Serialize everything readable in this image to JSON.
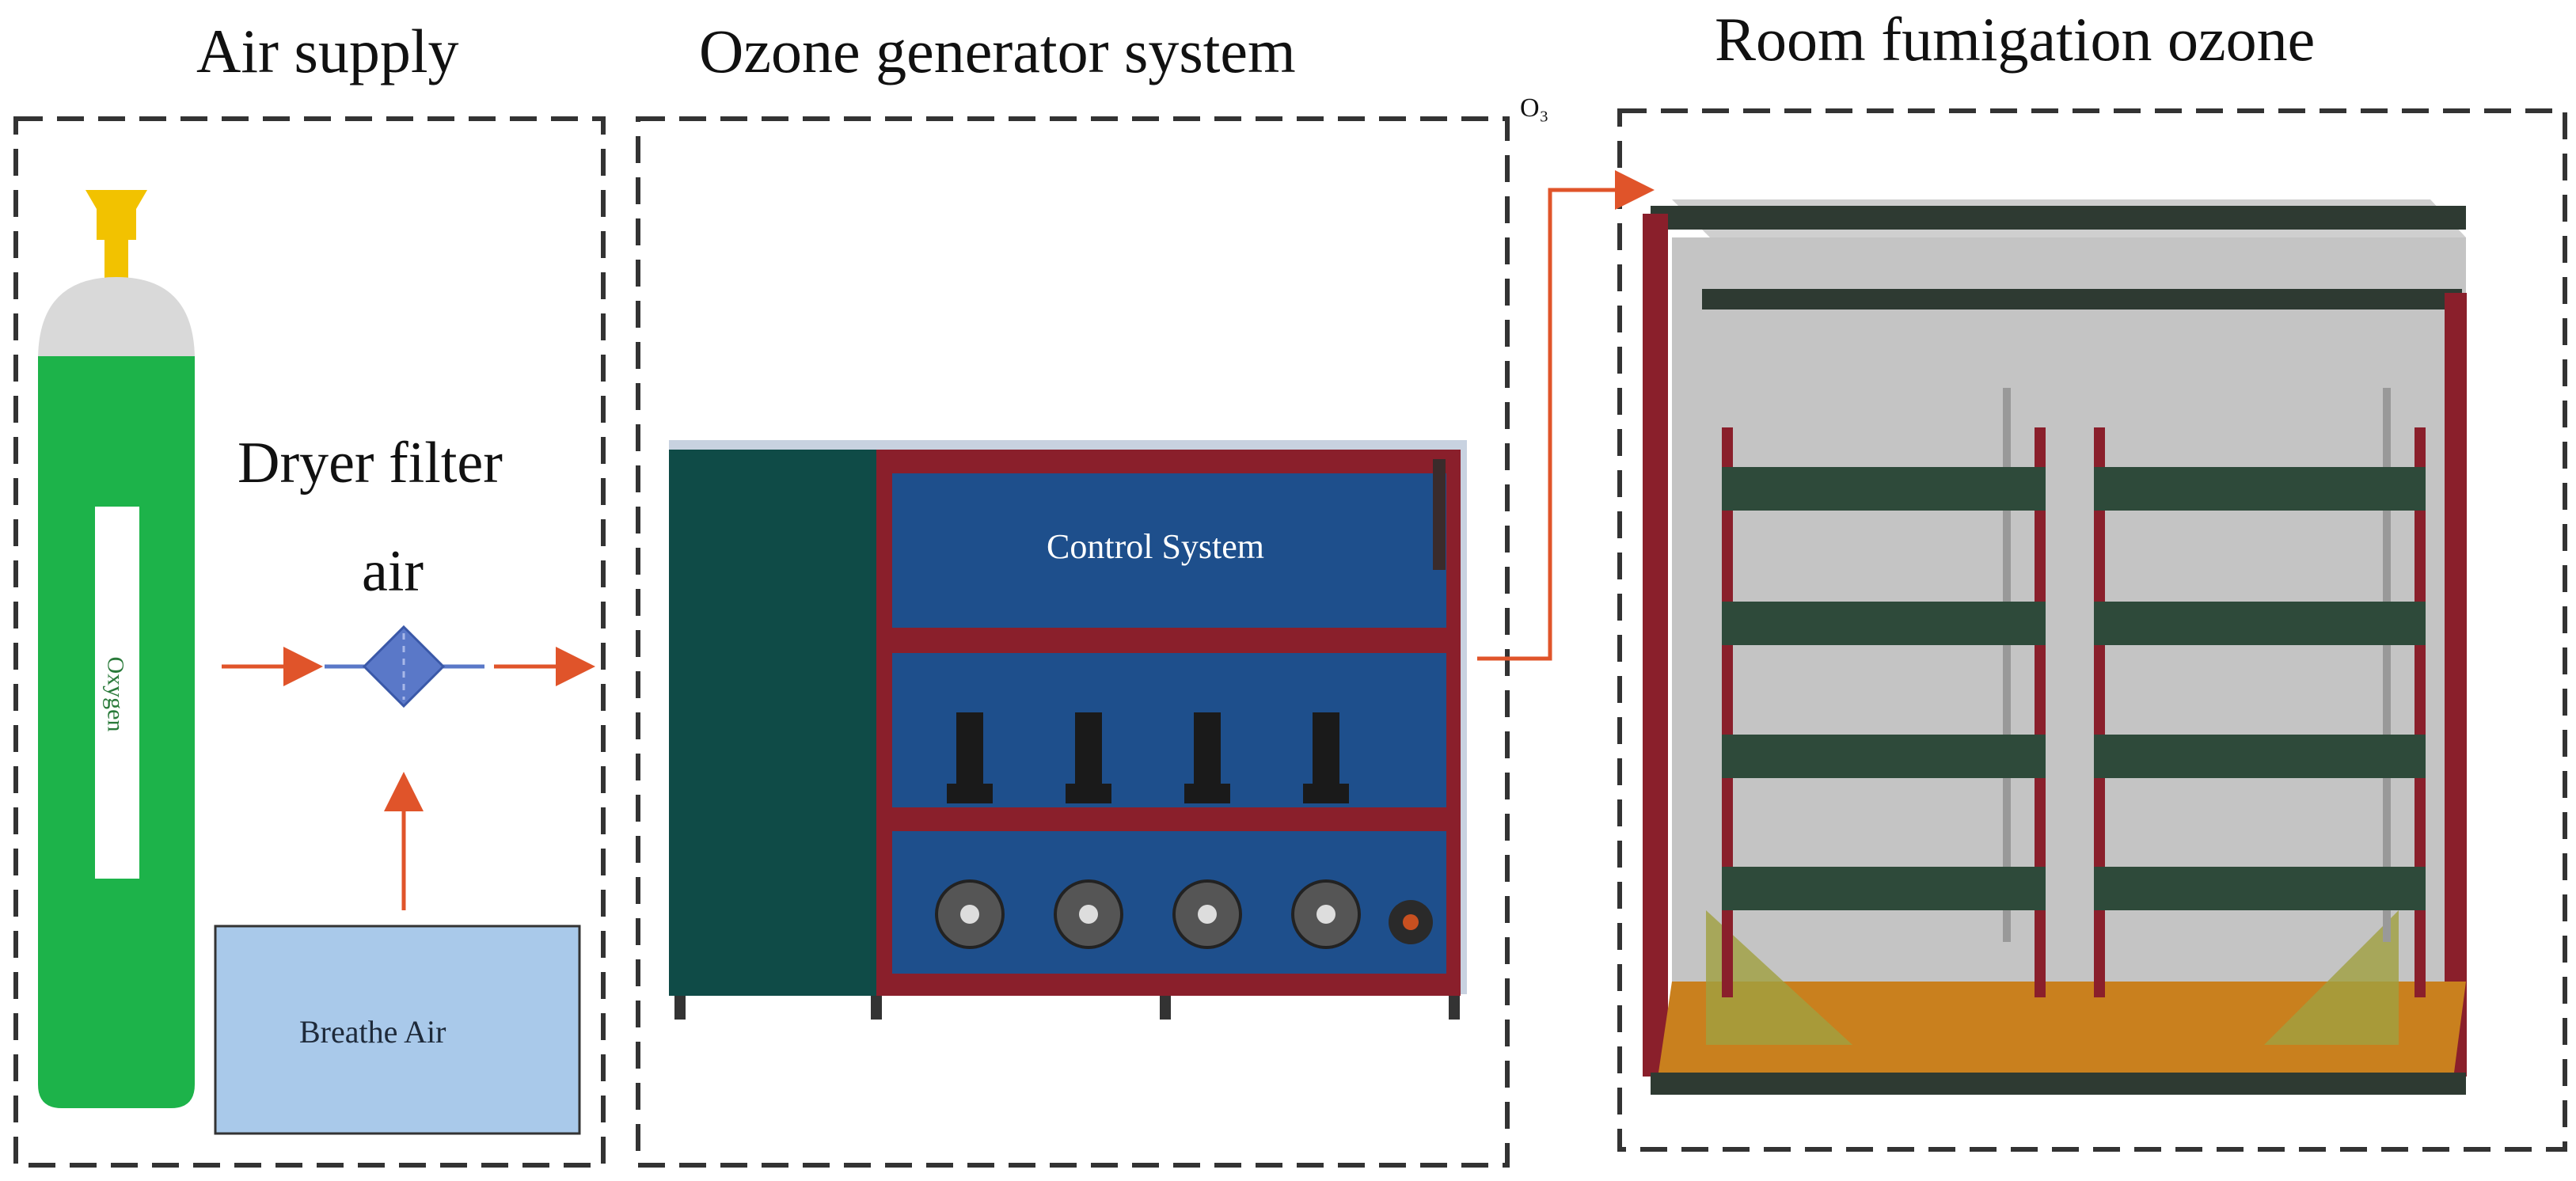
{
  "sections": {
    "air_supply": "Air supply",
    "ozone_generator": "Ozone generator system",
    "room_fumigation": "Room fumigation ozone"
  },
  "labels": {
    "dryer_line1": "Dryer filter",
    "dryer_line2": "air",
    "breathe_air": "Breathe Air",
    "oxygen": "Oxygen",
    "control_system": "Control System",
    "ozone": "O₃"
  },
  "colors": {
    "dashed_border": "#333333",
    "arrow": "#e0542a",
    "cylinder": "#1db34a",
    "cylinder_cap": "#d9d9d9",
    "valve": "#f2c200",
    "breathe_box": "#a9c9ea",
    "generator_panel": "#1e4f8c",
    "generator_frame": "#8a1f2b",
    "generator_side": "#0f4b47",
    "room_floor": "#c9801e",
    "room_frame": "#8a1f2b",
    "rack": "#2e4a3a",
    "filter": "#5a78c8"
  }
}
